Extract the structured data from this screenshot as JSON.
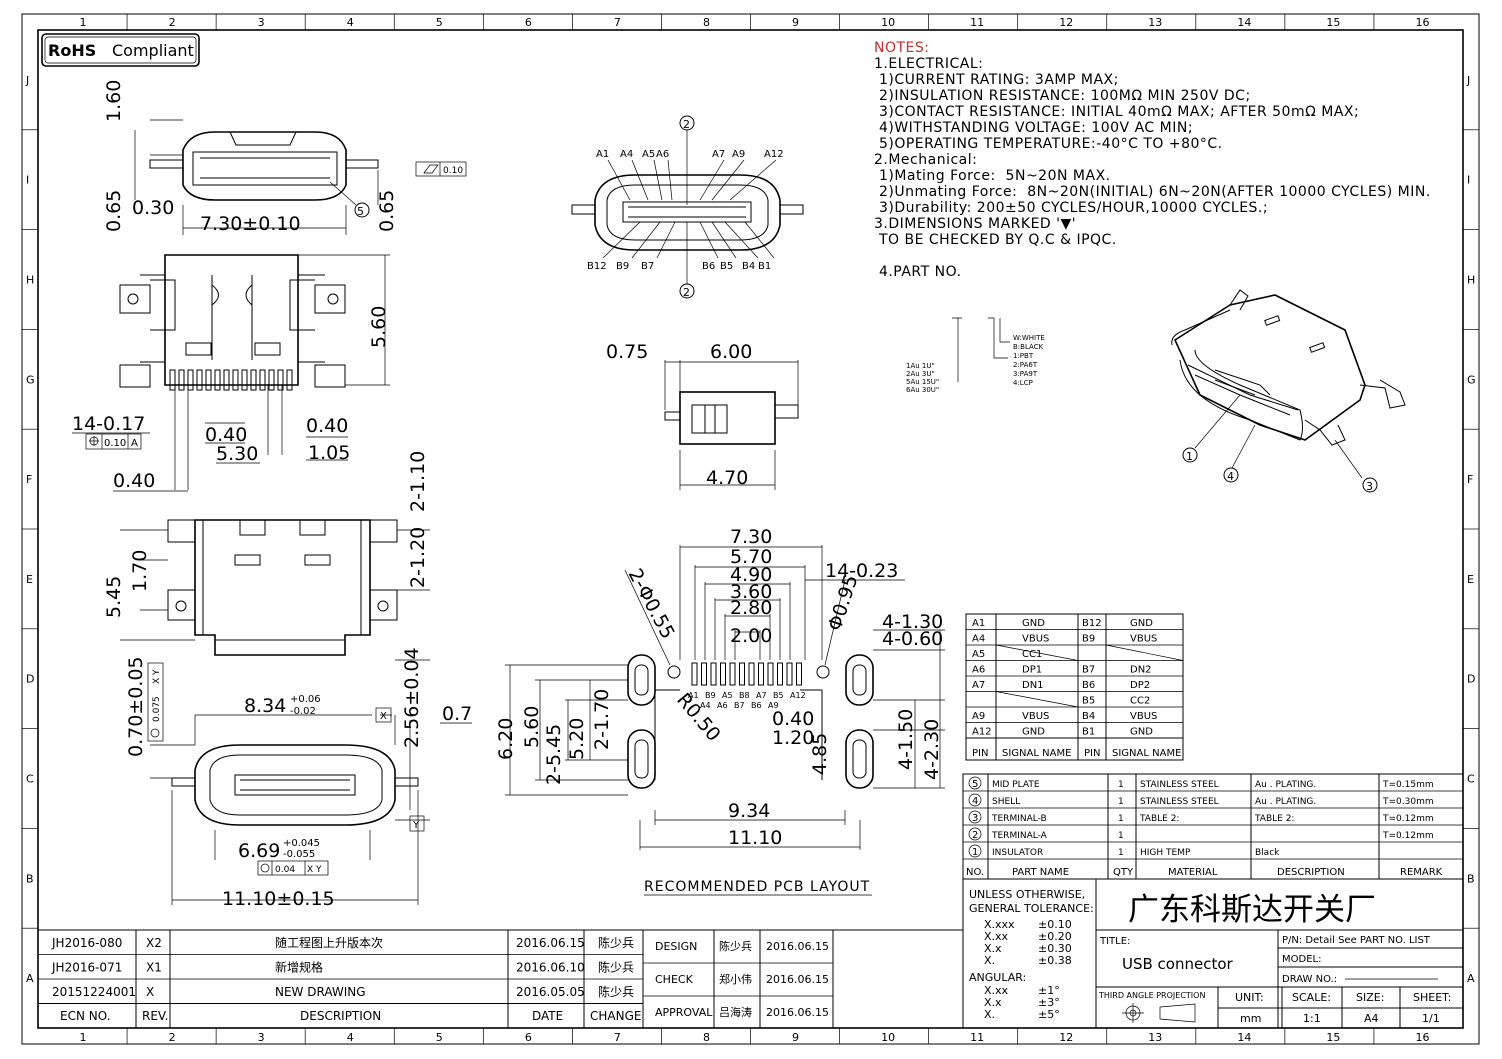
{
  "rohs": {
    "label": "RoHS",
    "text": "Compliant"
  },
  "border_cols": [
    "1",
    "2",
    "3",
    "4",
    "5",
    "6",
    "7",
    "8",
    "9",
    "10",
    "11",
    "12",
    "13",
    "14",
    "15",
    "16"
  ],
  "border_rows": [
    "J",
    "I",
    "H",
    "G",
    "F",
    "E",
    "D",
    "C",
    "B",
    "A"
  ],
  "notes": {
    "title": "NOTES:",
    "lines": [
      "1.ELECTRICAL:",
      " 1)CURRENT RATING: 3AMP MAX;",
      " 2)INSULATION RESISTANCE: 100MΩ MIN 250V DC;",
      " 3)CONTACT RESISTANCE: INITIAL 40mΩ MAX; AFTER 50mΩ MAX;",
      " 4)WITHSTANDING VOLTAGE: 100V AC MIN;",
      " 5)OPERATING TEMPERATURE:-40°C TO +80°C.",
      "2.Mechanical:",
      " 1)Mating Force:  5N~20N MAX.",
      " 2)Unmating Force:  8N~20N(INITIAL) 6N~20N(AFTER 10000 CYCLES) MIN.",
      " 3)Durability: 200±50 CYCLES/HOUR,10000 CYCLES.;",
      "3.DIMENSIONS MARKED '▼'",
      " TO BE CHECKED BY Q.C & IPQC.",
      "",
      " 4.PART NO."
    ]
  },
  "part_no_key": {
    "left": [
      "1Au 1U\"",
      "2Au 3U\"",
      "5Au 15U\"",
      "6Au 30U\""
    ],
    "right": [
      "W:WHITE",
      "B:BLACK",
      "1:PBT",
      "2:PA6T",
      "3:PA9T",
      "4:LCP"
    ]
  },
  "pin_table": {
    "rows": [
      [
        "A1",
        "GND",
        "B12",
        "GND"
      ],
      [
        "A4",
        "VBUS",
        "B9",
        "VBUS"
      ],
      [
        "A5",
        "CC1",
        "",
        ""
      ],
      [
        "A6",
        "DP1",
        "B7",
        "DN2"
      ],
      [
        "A7",
        "DN1",
        "B6",
        "DP2"
      ],
      [
        "",
        "",
        "B5",
        "CC2"
      ],
      [
        "A9",
        "VBUS",
        "B4",
        "VBUS"
      ],
      [
        "A12",
        "GND",
        "B1",
        "GND"
      ]
    ],
    "header": [
      "PIN",
      "SIGNAL NAME",
      "PIN",
      "SIGNAL NAME"
    ]
  },
  "bom": {
    "rows": [
      [
        "5",
        "MID PLATE",
        "1",
        "STAINLESS STEEL",
        "Au . PLATING.",
        "T=0.15mm"
      ],
      [
        "4",
        "SHELL",
        "1",
        "STAINLESS STEEL",
        "Au . PLATING.",
        "T=0.30mm"
      ],
      [
        "3",
        "TERMINAL-B",
        "1",
        "TABLE 2:",
        "TABLE 2:",
        "T=0.12mm"
      ],
      [
        "2",
        "TERMINAL-A",
        "1",
        "",
        "",
        "T=0.12mm"
      ],
      [
        "1",
        "INSULATOR",
        "1",
        "HIGH TEMP",
        "Black",
        ""
      ]
    ],
    "header": [
      "NO.",
      "PART NAME",
      "QTY",
      "MATERIAL",
      "DESCRIPTION",
      "REMARK"
    ]
  },
  "tolerance": {
    "title1": "UNLESS OTHERWISE,",
    "title2": "GENERAL TOLERANCE:",
    "rows": [
      [
        "X.xxx",
        "±0.10"
      ],
      [
        "X.xx",
        "±0.20"
      ],
      [
        "X.x",
        "±0.30"
      ],
      [
        "X.",
        "±0.38"
      ]
    ],
    "angular": "ANGULAR:",
    "arows": [
      [
        "X.xx",
        "±1°"
      ],
      [
        "X.x",
        "±3°"
      ],
      [
        "X.",
        "±5°"
      ]
    ]
  },
  "title_block": {
    "company": "广东科斯达开关厂",
    "title_label": "TITLE:",
    "title": "USB connector",
    "pn": "P/N: Detail See PART NO. LIST",
    "model": "MODEL:",
    "drawno": "DRAW NO.:",
    "projection": "THIRD ANGLE PROJECTION",
    "unit_label": "UNIT:",
    "unit": "mm",
    "scale_label": "SCALE:",
    "scale": "1:1",
    "size_label": "SIZE:",
    "size": "A4",
    "sheet_label": "SHEET:",
    "sheet": "1/1"
  },
  "revisions": {
    "rows": [
      [
        "JH2016-080",
        "X2",
        "随工程图上升版本次",
        "2016.06.15",
        "陈少兵"
      ],
      [
        "JH2016-071",
        "X1",
        "新增规格",
        "2016.06.10",
        "陈少兵"
      ],
      [
        "20151224001",
        "X",
        "NEW DRAWING",
        "2016.05.05",
        "陈少兵"
      ]
    ],
    "header": [
      "ECN NO.",
      "REV.",
      "DESCRIPTION",
      "DATE",
      "CHANGE"
    ]
  },
  "approvals": [
    [
      "DESIGN",
      "陈少兵",
      "2016.06.15"
    ],
    [
      "CHECK",
      "郑小伟",
      "2016.06.15"
    ],
    [
      "APPROVAL",
      "吕海涛",
      "2016.06.15"
    ]
  ],
  "dims": {
    "d160": "1.60",
    "d065a": "0.65",
    "d030": "0.30",
    "d730": "7.30±0.10",
    "d065b": "0.65",
    "dflat": "0.10",
    "d560": "5.60",
    "d1417": "14-0.17",
    "dpos": "0.10",
    "dA": "A",
    "d040a": "0.40",
    "d040b": "0.40",
    "d530": "5.30",
    "d105": "1.05",
    "d040c": "0.40",
    "d2110": "2-1.10",
    "d2120": "2-1.20",
    "d545": "5.45",
    "d170": "1.70",
    "d070": "0.70±0.05",
    "d0075": "0.075",
    "dXY": "X Y",
    "d834": "8.34",
    "d834p": "+0.06",
    "d834m": "-0.02",
    "dX": "X",
    "d256": "2.56±0.04",
    "d07": "0.7",
    "dY": "Y",
    "d669": "6.69",
    "d669p": "+0.045",
    "d669m": "-0.055",
    "d004": "0.04",
    "d1110": "11.10±0.15",
    "d075": "0.75",
    "d600": "6.00",
    "d470": "4.70",
    "p730": "7.30",
    "p570": "5.70",
    "p490": "4.90",
    "p360": "3.60",
    "p280": "2.80",
    "p200": "2.00",
    "p1423": "14-0.23",
    "p2055": "2-Φ0.55",
    "p095": "Φ0.95",
    "p4130": "4-1.30",
    "p4060": "4-0.60",
    "pR050": "R0.50",
    "p040": "0.40",
    "p120": "1.20",
    "p620": "6.20",
    "p560": "5.60",
    "p2545": "2-5.45",
    "p520": "5.20",
    "p2170": "2-1.70",
    "p485": "4.85",
    "p4150": "4-1.50",
    "p4230": "4-2.30",
    "p934": "9.34",
    "p1110": "11.10",
    "pcb_title": "RECOMMENDED PCB LAYOUT"
  },
  "pin_labels_top": [
    "A1",
    "A4",
    "A5",
    "A6",
    "A7",
    "A9",
    "A12"
  ],
  "pin_labels_bottom": [
    "B12",
    "B9",
    "B7",
    "B6",
    "B5",
    "B4",
    "B1"
  ],
  "pcb_pin_labels_top": [
    "A1",
    "B9",
    "A5",
    "B8",
    "A7",
    "B5",
    "A12"
  ],
  "pcb_pin_labels_bottom": [
    "A4",
    "A6",
    "B7",
    "B6",
    "A9"
  ],
  "balloons": {
    "b1": "1",
    "b2": "2",
    "b3": "3",
    "b4": "4",
    "b5": "5"
  }
}
